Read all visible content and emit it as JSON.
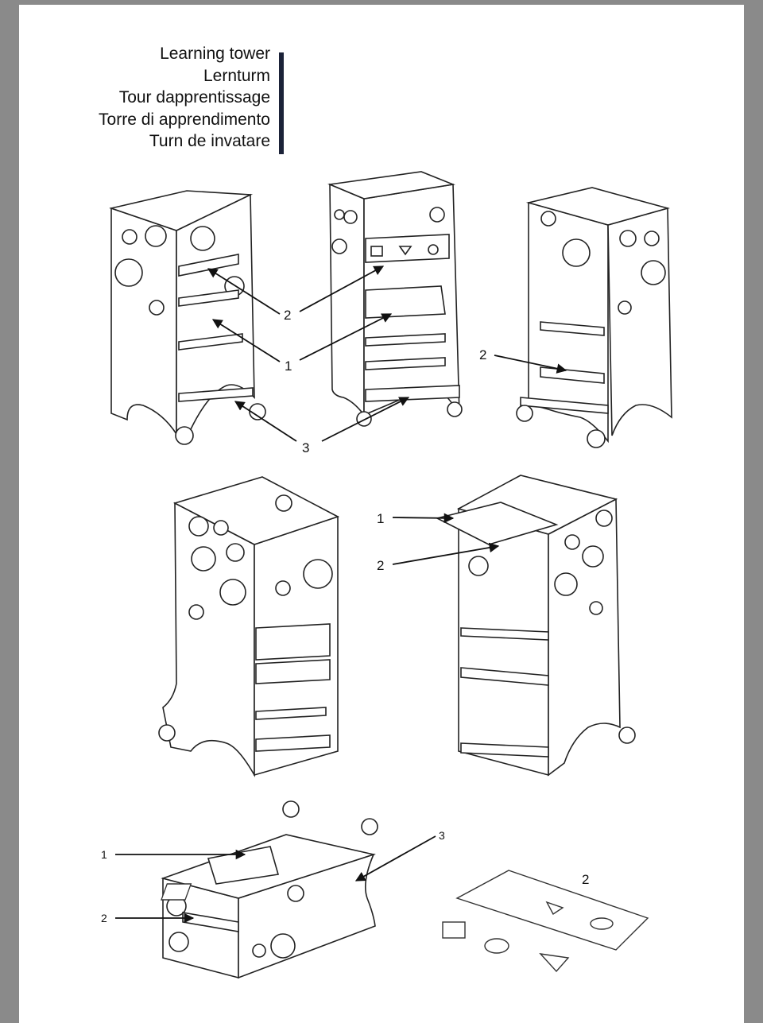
{
  "titles": [
    "Learning tower",
    "Lernturm",
    "Tour dapprentissage",
    "Torre di apprendimento",
    "Turn de invatare"
  ],
  "callouts": {
    "top_left_2": "2",
    "top_left_1": "1",
    "top_3": "3",
    "top_right_2": "2",
    "mid_right_1": "1",
    "mid_right_2": "2",
    "bottom_left_1": "1",
    "bottom_left_2": "2",
    "bottom_3": "3",
    "bottom_right_2": "2"
  }
}
